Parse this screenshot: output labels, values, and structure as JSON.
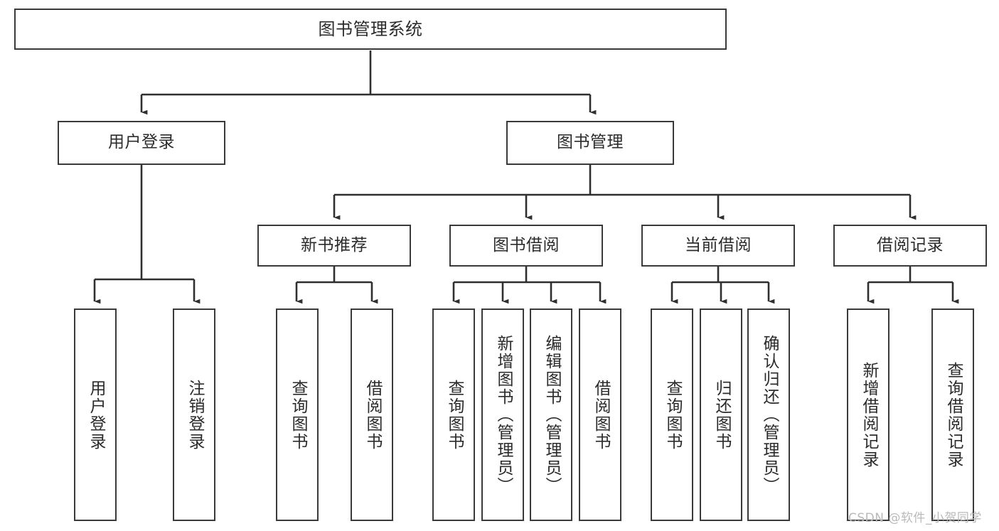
{
  "diagram": {
    "title": "图书管理系统",
    "type": "tree",
    "watermark": "CSDN @软件_小贺同学",
    "colors": {
      "node_border": "#3a3a3a",
      "node_fill": "#ffffff",
      "edge": "#2f2f2f",
      "text": "#2b2b2b",
      "watermark": "#b9b9b9",
      "background": "#ffffff"
    },
    "nodes": {
      "root": {
        "label": "图书管理系统"
      },
      "level1": [
        {
          "id": "user-login",
          "label": "用户登录"
        },
        {
          "id": "book-manage",
          "label": "图书管理"
        }
      ],
      "level2": [
        {
          "id": "new-book-recommend",
          "label": "新书推荐"
        },
        {
          "id": "book-borrow",
          "label": "图书借阅"
        },
        {
          "id": "current-borrow",
          "label": "当前借阅"
        },
        {
          "id": "borrow-record",
          "label": "借阅记录"
        }
      ],
      "leaves": {
        "user-login": [
          {
            "id": "leaf-user-login",
            "label": "用户登录"
          },
          {
            "id": "leaf-logout-login",
            "label": "注销登录"
          }
        ],
        "new-book-recommend": [
          {
            "id": "leaf-query-book-1",
            "label": "查询图书"
          },
          {
            "id": "leaf-borrow-book-1",
            "label": "借阅图书"
          }
        ],
        "book-borrow": [
          {
            "id": "leaf-query-book-2",
            "label": "查询图书"
          },
          {
            "id": "leaf-add-book-admin",
            "label": "新增图书（管理员）"
          },
          {
            "id": "leaf-edit-book-admin",
            "label": "编辑图书（管理员）"
          },
          {
            "id": "leaf-borrow-book-2",
            "label": "借阅图书"
          }
        ],
        "current-borrow": [
          {
            "id": "leaf-query-book-3",
            "label": "查询图书"
          },
          {
            "id": "leaf-return-book",
            "label": "归还图书"
          },
          {
            "id": "leaf-confirm-return-admin",
            "label": "确认归还（管理员）"
          }
        ],
        "borrow-record": [
          {
            "id": "leaf-add-borrow-record",
            "label": "新增借阅记录"
          },
          {
            "id": "leaf-query-borrow-record",
            "label": "查询借阅记录"
          }
        ]
      }
    }
  }
}
